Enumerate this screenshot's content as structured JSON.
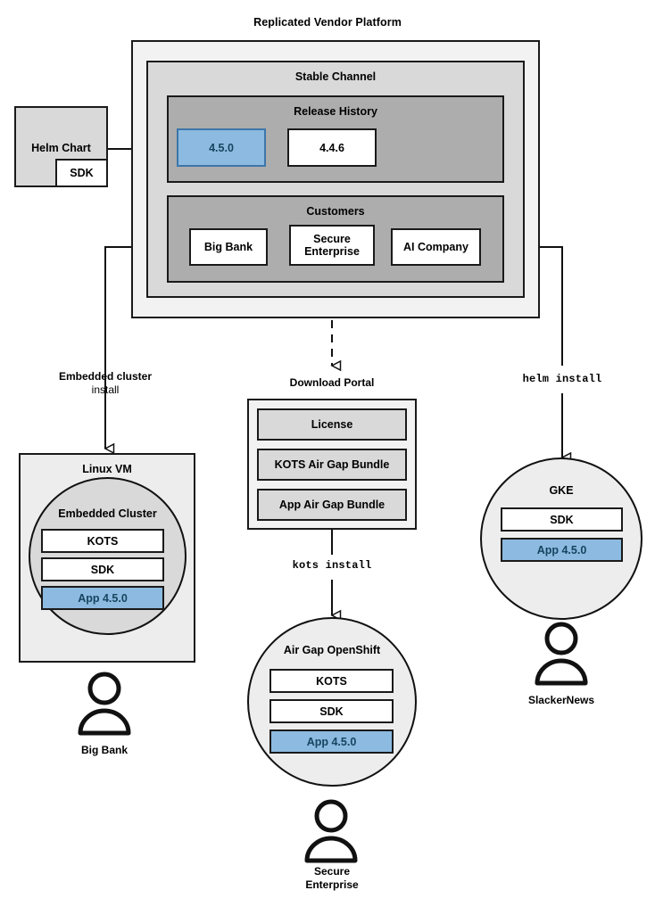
{
  "diagram": {
    "title": "Replicated Vendor Platform",
    "platform": {
      "stable_channel_label": "Stable Channel",
      "release_history": {
        "label": "Release History",
        "releases": [
          {
            "version": "4.5.0",
            "highlighted": true
          },
          {
            "version": "4.4.6",
            "highlighted": false
          }
        ]
      },
      "customers": {
        "label": "Customers",
        "items": [
          {
            "name": "Big Bank"
          },
          {
            "name": "Secure\nEnterprise"
          },
          {
            "name": "AI Company"
          }
        ]
      }
    },
    "helm_chart": {
      "label": "Helm Chart",
      "sdk_label": "SDK"
    },
    "edges": {
      "embedded_cluster_install": "Embedded cluster",
      "embedded_cluster_install_2": "install",
      "kots_install": "kots install",
      "helm_install": "helm install"
    },
    "download_portal": {
      "label": "Download Portal",
      "items": [
        "License",
        "KOTS Air Gap Bundle",
        "App Air Gap Bundle"
      ]
    },
    "targets": [
      {
        "id": "linux-vm",
        "outer_label": "Linux VM",
        "inner_label": "Embedded Cluster",
        "stack": [
          "KOTS",
          "SDK",
          "App 4.5.0"
        ],
        "app_label": "App 4.5.0",
        "customer": "Big Bank"
      },
      {
        "id": "air-gap-openshift",
        "outer_label": "Air Gap OpenShift",
        "stack": [
          "KOTS",
          "SDK",
          "App 4.5.0"
        ],
        "app_label": "App 4.5.0",
        "customer": "Secure\nEnterprise"
      },
      {
        "id": "gke",
        "outer_label": "GKE",
        "stack": [
          "SDK",
          "App 4.5.0"
        ],
        "app_label": "App 4.5.0",
        "customer": "SlackerNews"
      }
    ],
    "colors": {
      "accent_blue_fill": "#8cbae0",
      "accent_blue_border": "#3d76a8",
      "accent_blue_text": "#17445f",
      "outer_gray": "#f2f2f2",
      "mid_gray": "#d9d9d9",
      "inner_gray": "#adadad",
      "light_gray": "#ededed",
      "stroke": "#1a1a1a"
    }
  }
}
